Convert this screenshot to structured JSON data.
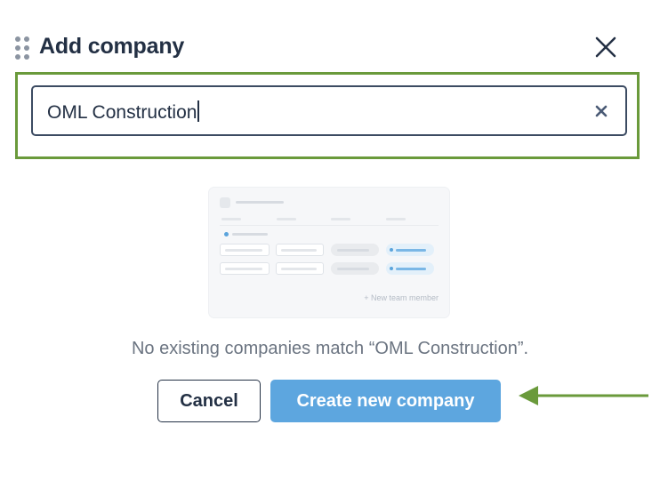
{
  "dialog": {
    "title": "Add company",
    "close_icon": "close-icon",
    "drag_icon": "drag-handle-icon"
  },
  "search": {
    "value": "OML Construction",
    "clear_icon": "clear-icon"
  },
  "illustration": {
    "new_member_label": "+ New team member"
  },
  "empty_state": {
    "message": "No existing companies match “OML Construction”."
  },
  "actions": {
    "cancel_label": "Cancel",
    "create_label": "Create new company"
  },
  "colors": {
    "highlight": "#6a9a3b",
    "primary": "#5da6df",
    "text": "#233044"
  }
}
